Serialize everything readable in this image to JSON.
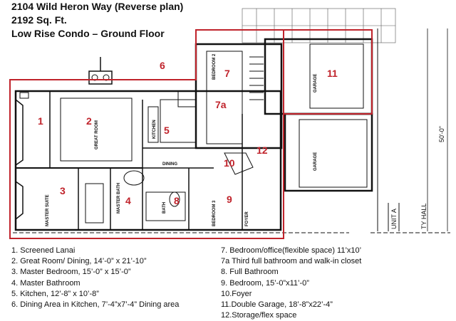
{
  "header": {
    "title": "2104 Wild Heron Way  (Reverse plan)",
    "size": "2192 Sq. Ft.",
    "subtitle": "Low Rise Condo – Ground Floor"
  },
  "plan": {
    "highlight_color": "#c0232b",
    "side_dimension": "50'-0\"",
    "unit_label": "UNIT A",
    "hall_label": "TY HALL",
    "room_numbers": [
      "1",
      "2",
      "3",
      "4",
      "5",
      "6",
      "7",
      "7a",
      "8",
      "9",
      "10",
      "11",
      "12"
    ],
    "room_labels": {
      "great_room": "GREAT ROOM",
      "master_suite": "MASTER SUITE",
      "bedroom2": "BEDROOM 2",
      "bedroom3": "BEDROOM 3",
      "kitchen": "KITCHEN",
      "garage_top": "GARAGE",
      "garage_bottom": "GARAGE",
      "bath": "BATH",
      "master_bath": "MASTER BATH",
      "foyer": "FOYER",
      "dining": "DINING"
    }
  },
  "legend": {
    "left": [
      "1.  Screened Lanai",
      "2.  Great Room/ Dining, 14’-0” x 21’-10”",
      "3.  Master Bedroom, 15’-0” x 15’-0”",
      "4.  Master Bathroom",
      "5.  Kitchen, 12’-8” x 10’-8”",
      "6.  Dining Area in Kitchen, 7’-4”x7’-4” Dining area"
    ],
    "right": [
      "7.     Bedroom/office(flexible space) 11’x10’",
      "7a  Third full bathroom and walk-in closet",
      "8.    Full Bathroom",
      "9.   Bedroom, 15’-0”x11’-0”",
      "10.Foyer",
      "11.Double Garage, 18’-8”x22’-4”",
      "12.Storage/flex space"
    ]
  }
}
